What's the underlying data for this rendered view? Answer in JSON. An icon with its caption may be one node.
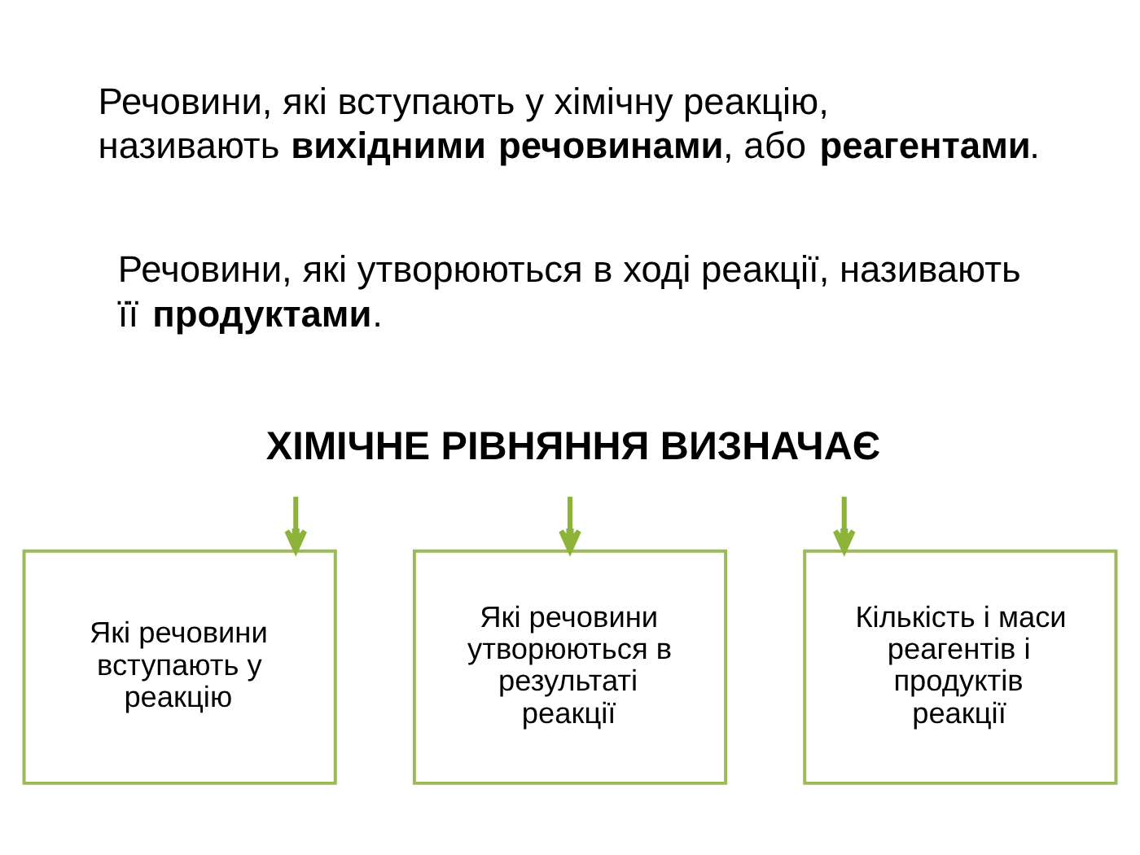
{
  "diagram": {
    "nodes": [
      {
        "text": [
          "ХІМІЧНЕ РІВНЯННЯ ВИЗНАЧАЄ"
        ]
      },
      {
        "text": [
          "Які речовини вступають у реакцію"
        ]
      },
      {
        "text": [
          "Які речовини утворюються в результаті реакції"
        ]
      },
      {
        "text": [
          "Кількість і маси реагентів і продуктів реакції"
        ]
      }
    ],
    "edges": [
      {
        "from": 0,
        "to": 1,
        "arrow": "to"
      },
      {
        "from": 0,
        "to": 2,
        "arrow": "to"
      },
      {
        "from": 0,
        "to": 3,
        "arrow": "to"
      }
    ],
    "labels": [
      "Речовини, які вступають у хімічну реакцію, називають **вихідними речовинами**, або **реагентами**.",
      "Речовини, які утворюються в ході реакції, називають її **продуктами**."
    ]
  }
}
